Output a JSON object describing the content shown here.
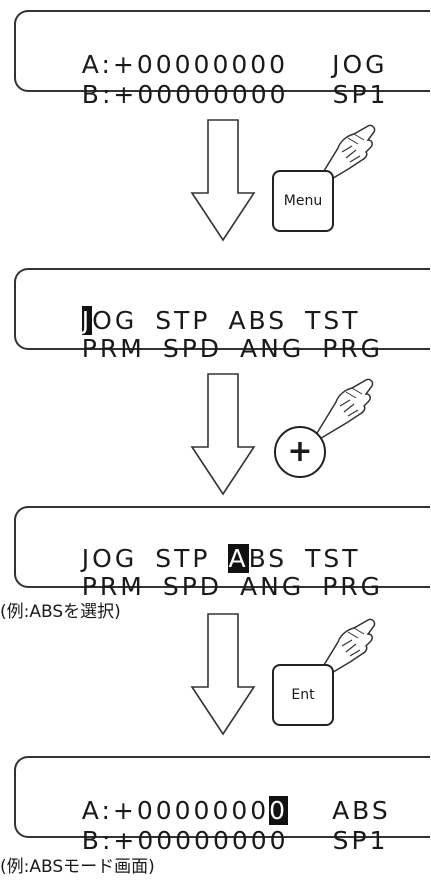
{
  "screens": [
    {
      "lines": [
        [
          {
            "t": "A:+00000000"
          },
          {
            "t": "JOG"
          }
        ],
        [
          {
            "t": "B:+00000000"
          },
          {
            "t": "SP1"
          }
        ]
      ]
    },
    {
      "lines": [
        [
          {
            "t": "J",
            "hl": true
          },
          {
            "t": "OG"
          },
          {
            "t": "STP"
          },
          {
            "t": "ABS"
          },
          {
            "t": "TST"
          }
        ],
        [
          {
            "t": "PRM"
          },
          {
            "t": "SPD"
          },
          {
            "t": "ANG"
          },
          {
            "t": "PRG"
          }
        ]
      ]
    },
    {
      "lines": [
        [
          {
            "t": "JOG"
          },
          {
            "t": "STP"
          },
          {
            "t": "A",
            "hl": true
          },
          {
            "t": "BS"
          },
          {
            "t": "TST"
          }
        ],
        [
          {
            "t": "PRM"
          },
          {
            "t": "SPD"
          },
          {
            "t": "ANG"
          },
          {
            "t": "PRG"
          }
        ]
      ]
    },
    {
      "lines": [
        [
          {
            "t": "A:+0000000"
          },
          {
            "t": "0",
            "hl": true
          },
          {
            "t": "ABS"
          }
        ],
        [
          {
            "t": "B:+00000000"
          },
          {
            "t": "SP1"
          }
        ]
      ]
    }
  ],
  "keys": {
    "menu": "Menu",
    "plus": "+",
    "ent": "Ent"
  },
  "captions": {
    "select_example": "(例:ABSを選択)",
    "mode_example": "(例:ABSモード画面)"
  }
}
